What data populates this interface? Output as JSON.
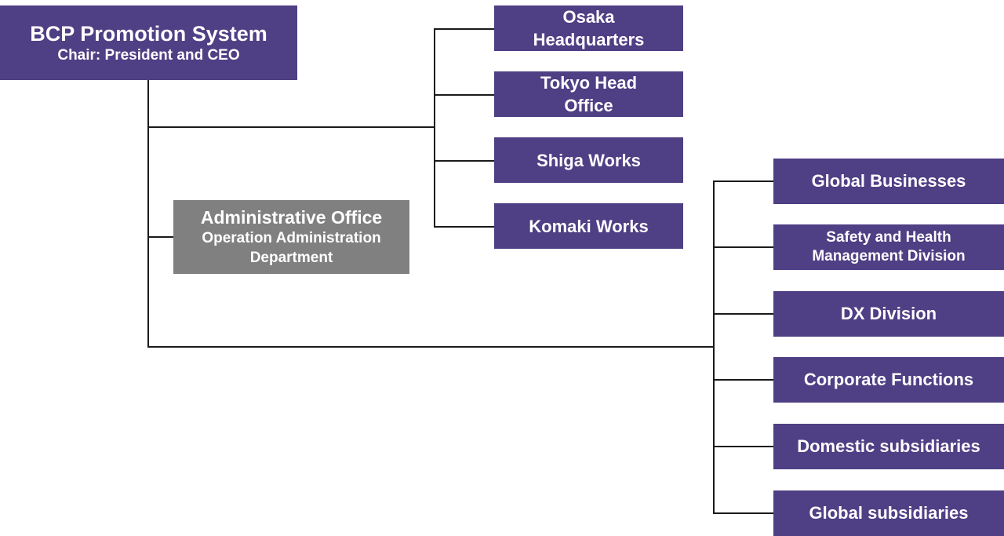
{
  "colors": {
    "box": "#4f3f84",
    "admin_box": "#808080",
    "connector": "#1a1a1a",
    "text": "#ffffff"
  },
  "top": {
    "title": "BCP Promotion System",
    "subtitle": "Chair: President and CEO"
  },
  "admin": {
    "line1": "Administrative Office",
    "line2": "Operation Administration",
    "line3": "Department"
  },
  "sites": [
    {
      "line1": "Osaka",
      "line2": "Headquarters"
    },
    {
      "line1": "Tokyo Head",
      "line2": "Office"
    },
    {
      "line1": "Shiga Works"
    },
    {
      "line1": "Komaki Works"
    }
  ],
  "divisions": [
    {
      "line1": "Global Businesses"
    },
    {
      "line1": "Safety and Health",
      "line2": "Management Division"
    },
    {
      "line1": "DX Division"
    },
    {
      "line1": "Corporate Functions"
    },
    {
      "line1": "Domestic subsidiaries"
    },
    {
      "line1": "Global subsidiaries"
    }
  ]
}
